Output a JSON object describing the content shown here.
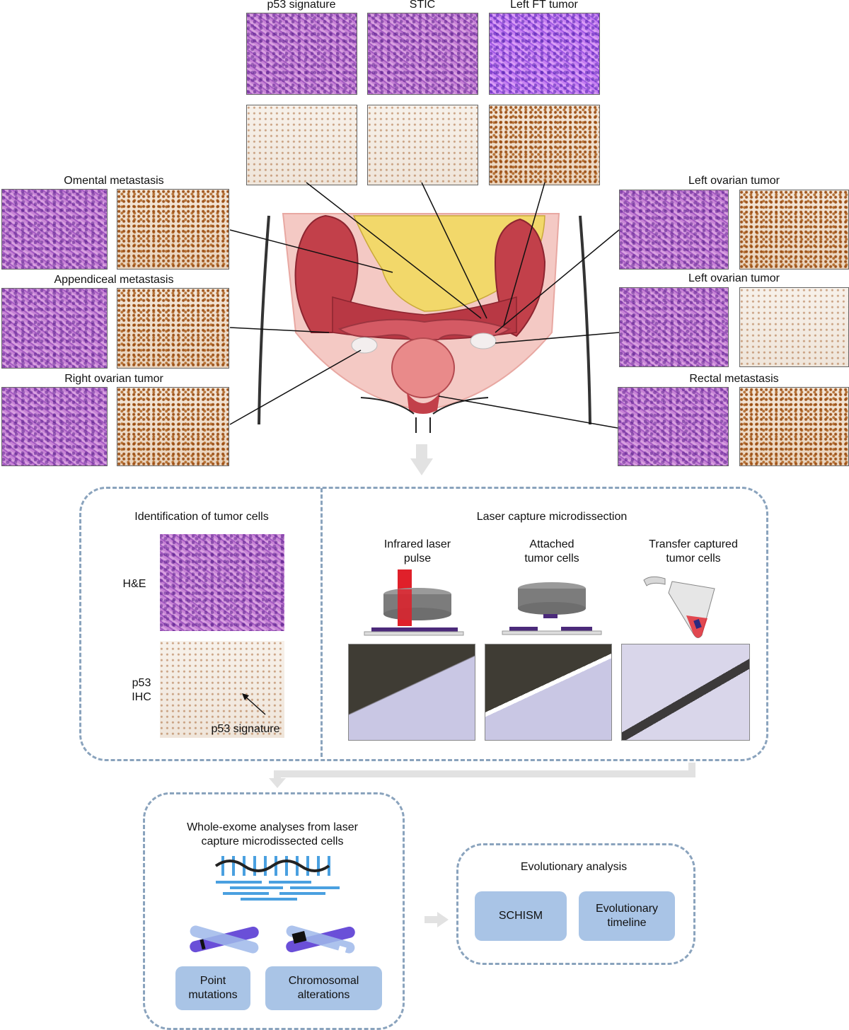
{
  "top_panels": {
    "p53_signature": "p53 signature",
    "stic": "STIC",
    "left_ft_tumor": "Left FT tumor"
  },
  "side_panels": {
    "omental": "Omental metastasis",
    "appendiceal": "Appendiceal metastasis",
    "right_ovarian": "Right ovarian tumor",
    "left_ovarian_1": "Left ovarian tumor",
    "left_ovarian_2": "Left ovarian tumor",
    "rectal": "Rectal metastasis"
  },
  "identification": {
    "title": "Identification of tumor cells",
    "he_label": "H&E",
    "p53_label": "p53\nIHC",
    "arrow_label": "p53 signature"
  },
  "lcm": {
    "title": "Laser capture microdissection",
    "step1": "Infrared laser\npulse",
    "step2": "Attached\ntumor cells",
    "step3": "Transfer captured\ntumor cells"
  },
  "wes": {
    "title": "Whole-exome analyses from laser\ncapture microdissected cells",
    "point_mutations": "Point\nmutations",
    "chromosomal": "Chromosomal\nalterations"
  },
  "evolution": {
    "title": "Evolutionary analysis",
    "schism": "SCHISM",
    "timeline": "Evolutionary\ntimeline"
  },
  "colors": {
    "dash_border": "#8aa3bd",
    "box_fill": "#a9c4e6",
    "laser_red": "#e0202a",
    "slide_purple": "#4b2a7a"
  }
}
